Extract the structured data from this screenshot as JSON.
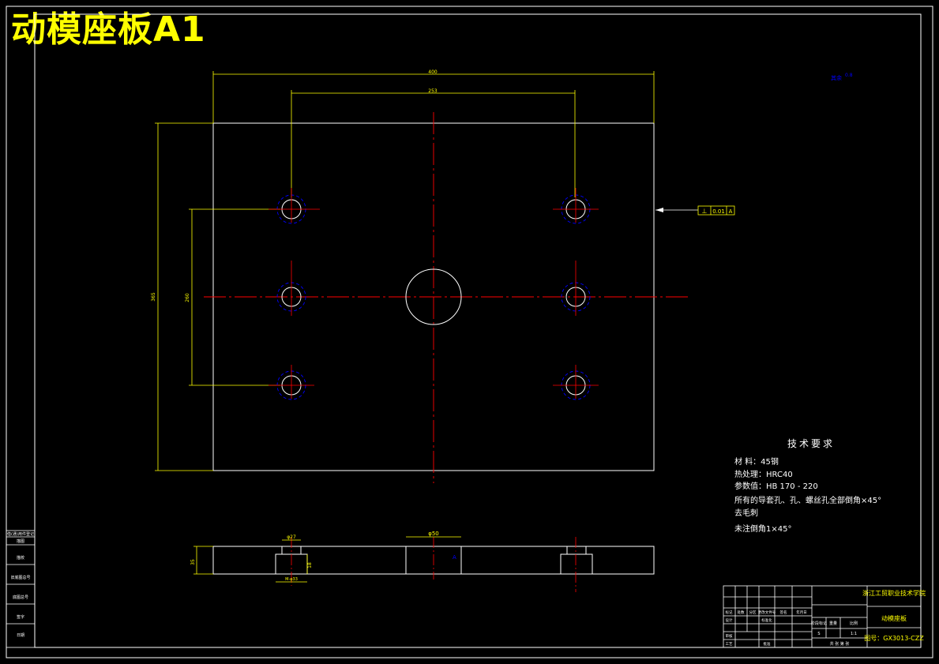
{
  "drawing_title": "动模座板A1",
  "dimensions": {
    "overall_width": "400",
    "hole_spacing_x": "253",
    "overall_height": "365",
    "hole_spacing_y": "260",
    "thickness": "35",
    "counterbore_dia": "φ27",
    "hole_dia": "φ50",
    "hole_depth": "18",
    "thread": "M-φ33"
  },
  "roughness_note": "其余",
  "roughness_value": "0.8",
  "section_mark": "A",
  "tolerance_frame": {
    "symbol": "⊥",
    "value": "0.01",
    "datum": "A"
  },
  "tech_requirements": {
    "heading": "技术要求",
    "lines": [
      "材    料：45钢",
      "热处理：HRC40",
      "参数值：HB 170 - 220",
      "所有的导套孔、孔、螺丝孔全部倒角×45°",
      "去毛刺",
      "未注倒角1×45°"
    ]
  },
  "left_strip": [
    "借(通)用件登记",
    "旧底图总号",
    "底图总号",
    "签字",
    "日期",
    "描图",
    "描校"
  ],
  "title_block": {
    "school": "浙江工贸职业技术学院",
    "part_name": "动模座板",
    "drawing_no": "图号：GX3013-CZZ",
    "scale_labels": [
      "阶段标记",
      "重量",
      "比例"
    ],
    "scale_values": [
      "S",
      "",
      "1:1"
    ],
    "sheet": "共 张 第 张",
    "row_labels": [
      "标记",
      "处数",
      "分区",
      "更改文件号",
      "签名",
      "年月日"
    ],
    "people": [
      "设计",
      "标准化",
      "审核",
      "工艺",
      "批准"
    ]
  },
  "colors": {
    "outline": "#ffffff",
    "dimension": "#ffff00",
    "centerline": "#ff0000",
    "hidden": "#0000ff",
    "frame": "#ffffff"
  }
}
